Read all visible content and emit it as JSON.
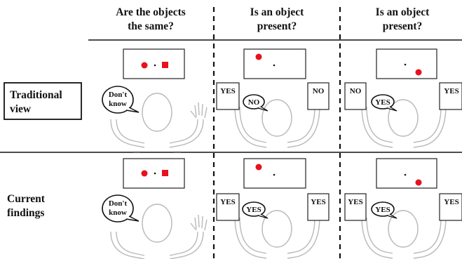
{
  "column_headers": [
    [
      "Are the objects",
      "the same?"
    ],
    [
      "Is an object",
      "present?"
    ],
    [
      "Is an object",
      "present?"
    ]
  ],
  "row_labels": [
    [
      "Traditional",
      "view"
    ],
    [
      "Current",
      "findings"
    ]
  ],
  "panels": {
    "traditional": {
      "same": {
        "speech": [
          "Don't",
          "know"
        ]
      },
      "present_left": {
        "left_card": "YES",
        "speech": "NO",
        "right_card": "NO"
      },
      "present_right": {
        "left_card": "NO",
        "speech": "YES",
        "right_card": "YES"
      }
    },
    "current": {
      "same": {
        "speech": [
          "Don't",
          "know"
        ]
      },
      "present_left": {
        "left_card": "YES",
        "speech": "YES",
        "right_card": "YES"
      },
      "present_right": {
        "left_card": "YES",
        "speech": "YES",
        "right_card": "YES"
      }
    }
  },
  "colors": {
    "stimulus": "#e8101e",
    "figure_outline": "#b9b9b9",
    "lines": "#111111"
  }
}
